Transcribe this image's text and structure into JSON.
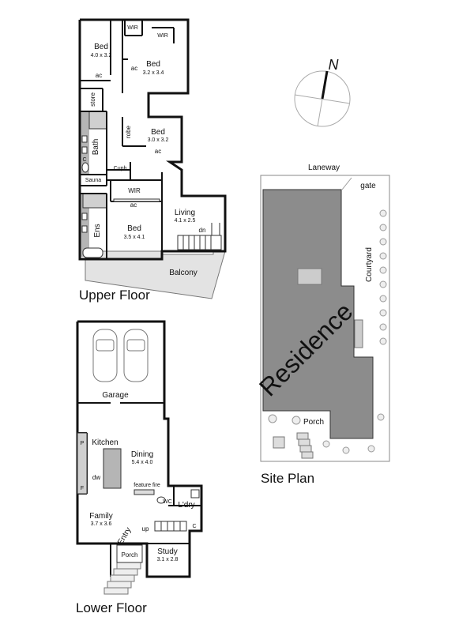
{
  "captions": {
    "upper_floor": "Upper Floor",
    "lower_floor": "Lower Floor",
    "site_plan": "Site Plan"
  },
  "upper_floor": {
    "bed1_name": "Bed",
    "bed1_dims": "4.0 x 3.2",
    "bed2_name": "Bed",
    "bed2_dims": "3.2 x 3.4",
    "bed3_name": "Bed",
    "bed3_dims": "3.0 x 3.2",
    "bed4_name": "Bed",
    "bed4_dims": "3.5 x 4.1",
    "wir": "WIR",
    "ac": "ac",
    "store": "store",
    "robe": "robe",
    "bath": "Bath",
    "c": "C",
    "cupb": "Cupb.",
    "sauna": "Sauna",
    "ens": "Ens",
    "living_name": "Living",
    "living_dims": "4.1 x 2.5",
    "dn": "dn",
    "balcony": "Balcony"
  },
  "lower_floor": {
    "garage": "Garage",
    "kitchen": "Kitchen",
    "p": "P",
    "f": "F",
    "dw": "dw",
    "dining_name": "Dining",
    "dining_dims": "5.4 x 4.0",
    "feature_fire": "feature fire",
    "wc": "WC",
    "ldry": "L'dry",
    "c": "C",
    "family_name": "Family",
    "family_dims": "3.7 x 3.6",
    "up": "up",
    "entry": "Entry",
    "porch": "Porch",
    "study_name": "Study",
    "study_dims": "3.1 x 2.8"
  },
  "site_plan": {
    "laneway": "Laneway",
    "gate": "gate",
    "courtyard": "Courtyard",
    "residence": "Residence",
    "porch": "Porch"
  },
  "compass": {
    "label": "N"
  },
  "colors": {
    "wall": "#111111",
    "building": "#8c8c8c",
    "balcony": "#e3e3e3",
    "wet": "#b5b5b5"
  }
}
